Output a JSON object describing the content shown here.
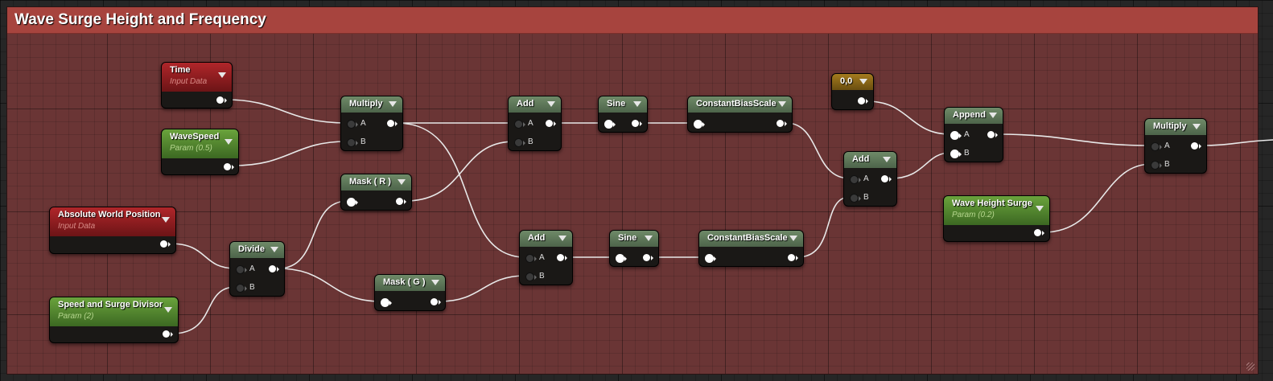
{
  "comment": {
    "title": "Wave Surge Height and Frequency"
  },
  "nodes": {
    "time": {
      "title": "Time",
      "subtitle": "Input Data"
    },
    "wave_speed": {
      "title": "WaveSpeed",
      "subtitle": "Param (0.5)"
    },
    "abs_world_pos": {
      "title": "Absolute World Position",
      "subtitle": "Input Data"
    },
    "speed_surge_divisor": {
      "title": "Speed and Surge Divisor",
      "subtitle": "Param (2)"
    },
    "multiply_1": {
      "title": "Multiply",
      "pin_a": "A",
      "pin_b": "B"
    },
    "mask_r": {
      "title": "Mask ( R )"
    },
    "divide": {
      "title": "Divide",
      "pin_a": "A",
      "pin_b": "B"
    },
    "mask_g": {
      "title": "Mask ( G )"
    },
    "add_1": {
      "title": "Add",
      "pin_a": "A",
      "pin_b": "B"
    },
    "add_2": {
      "title": "Add",
      "pin_a": "A",
      "pin_b": "B"
    },
    "sine_1": {
      "title": "Sine"
    },
    "sine_2": {
      "title": "Sine"
    },
    "cbs_1": {
      "title": "ConstantBiasScale"
    },
    "cbs_2": {
      "title": "ConstantBiasScale"
    },
    "constant": {
      "title": "0,0"
    },
    "add_3": {
      "title": "Add",
      "pin_a": "A",
      "pin_b": "B"
    },
    "append": {
      "title": "Append",
      "pin_a": "A",
      "pin_b": "B"
    },
    "wave_height_surge": {
      "title": "Wave Height Surge",
      "subtitle": "Param (0.2)"
    },
    "multiply_2": {
      "title": "Multiply",
      "pin_a": "A",
      "pin_b": "B"
    }
  },
  "colors": {
    "comment_bar": "#a7443e",
    "comment_body": "#6a3535",
    "function_header": "#5c7758",
    "input_header": "#8e1c1f",
    "param_header": "#4f8a2c",
    "constant_header": "#8a6616",
    "wire": "#e8e8e8"
  }
}
